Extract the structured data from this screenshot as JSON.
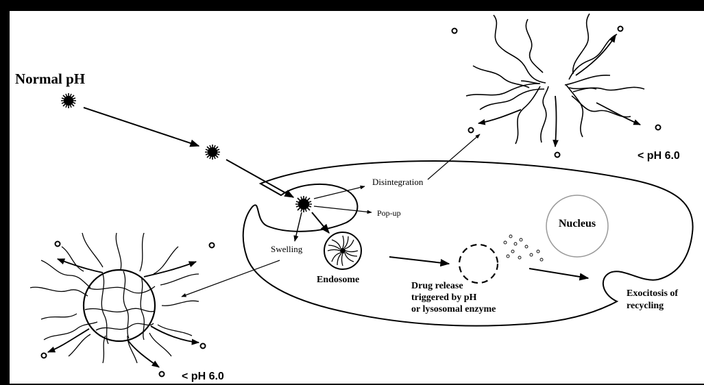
{
  "labels": {
    "normal_ph": "Normal pH",
    "ph_top": "< pH 6.0",
    "ph_bottom": "< pH 6.0",
    "disintegration": "Disintegration",
    "popup": "Pop-up",
    "swelling": "Swelling",
    "endosome": "Endosome",
    "nucleus": "Nucleus",
    "drug_release_1": "Drug release",
    "drug_release_2": "triggered by pH",
    "drug_release_3": "or lysosomal enzyme",
    "exocitosis_1": "Exocitosis of",
    "exocitosis_2": "recycling"
  },
  "colors": {
    "ink": "#000000",
    "paper": "#ffffff",
    "frame": "#000000"
  }
}
